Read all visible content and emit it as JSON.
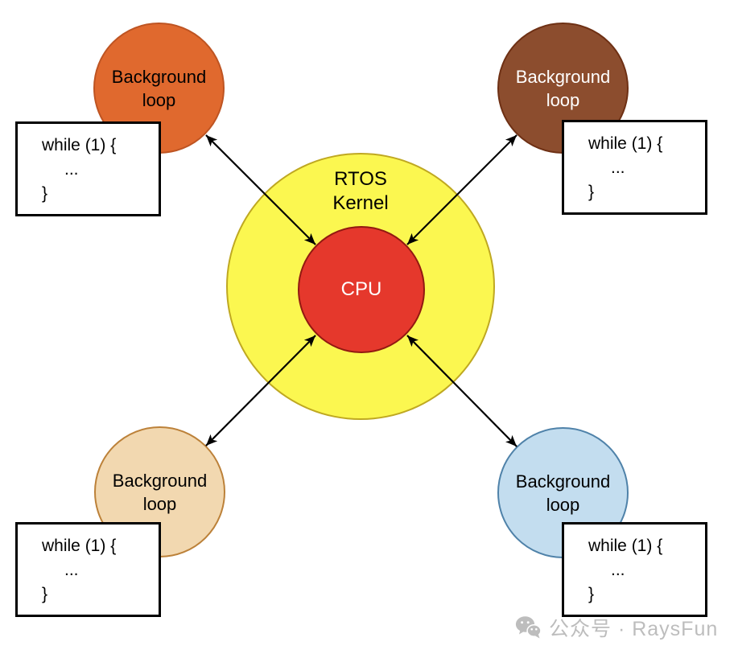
{
  "kernel": {
    "label_line1": "RTOS",
    "label_line2": "Kernel",
    "fill": "#FBF750",
    "border": "#BFA821",
    "text_color": "#000000"
  },
  "cpu": {
    "label": "CPU",
    "fill": "#E5382C",
    "border": "#921911",
    "text_color": "#FFFFFF"
  },
  "nodes": [
    {
      "position": "top-left",
      "label_line1": "Background",
      "label_line2": "loop",
      "fill": "#E0692E",
      "border": "#BE5422",
      "text_color": "#000000"
    },
    {
      "position": "top-right",
      "label_line1": "Background",
      "label_line2": "loop",
      "fill": "#8C4D2E",
      "border": "#6E3014",
      "text_color": "#FFFFFF"
    },
    {
      "position": "bottom-left",
      "label_line1": "Background",
      "label_line2": "loop",
      "fill": "#F2D8B0",
      "border": "#BC8139",
      "text_color": "#000000"
    },
    {
      "position": "bottom-right",
      "label_line1": "Background",
      "label_line2": "loop",
      "fill": "#C3DDEF",
      "border": "#4F82A9",
      "text_color": "#000000"
    }
  ],
  "code_box": {
    "line1": "while (1) {",
    "line2": "...",
    "line3": "}"
  },
  "arrows": {
    "style": "double-headed",
    "color": "#000000",
    "count": 4
  },
  "watermark": {
    "icon": "wechat-icon",
    "text": "公众号 · RaysFun",
    "color": "#BDBDBD"
  }
}
